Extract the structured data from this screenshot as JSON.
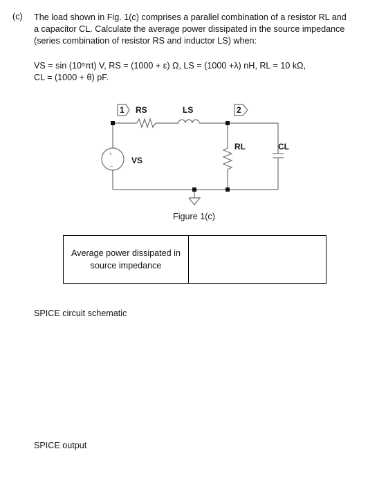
{
  "question": {
    "label": "(c)",
    "line1": "The load shown in Fig. 1(c) comprises a parallel combination of a resistor RL and",
    "line2": "a capacitor CL. Calculate the average power dissipated in the source impedance",
    "line3": "(series combination of resistor RS and inductor LS) when:"
  },
  "params": {
    "line1": "VS = sin (10⁵πt) V, RS = (1000 + ε) Ω, LS = (1000 +λ) nH, RL = 10 kΩ,",
    "line2": "CL = (1000 + θ) pF."
  },
  "circuit": {
    "node1": "1",
    "node2": "2",
    "rs": "RS",
    "ls": "LS",
    "vs": "VS",
    "rl": "RL",
    "cl": "CL",
    "source_plus": "+",
    "source_minus": "−"
  },
  "figure_caption": "Figure 1(c)",
  "answer_table": {
    "prompt_line1": "Average power dissipated in",
    "prompt_line2": "source impedance",
    "answer": ""
  },
  "sections": {
    "schematic": "SPICE circuit schematic",
    "output": "SPICE output"
  }
}
